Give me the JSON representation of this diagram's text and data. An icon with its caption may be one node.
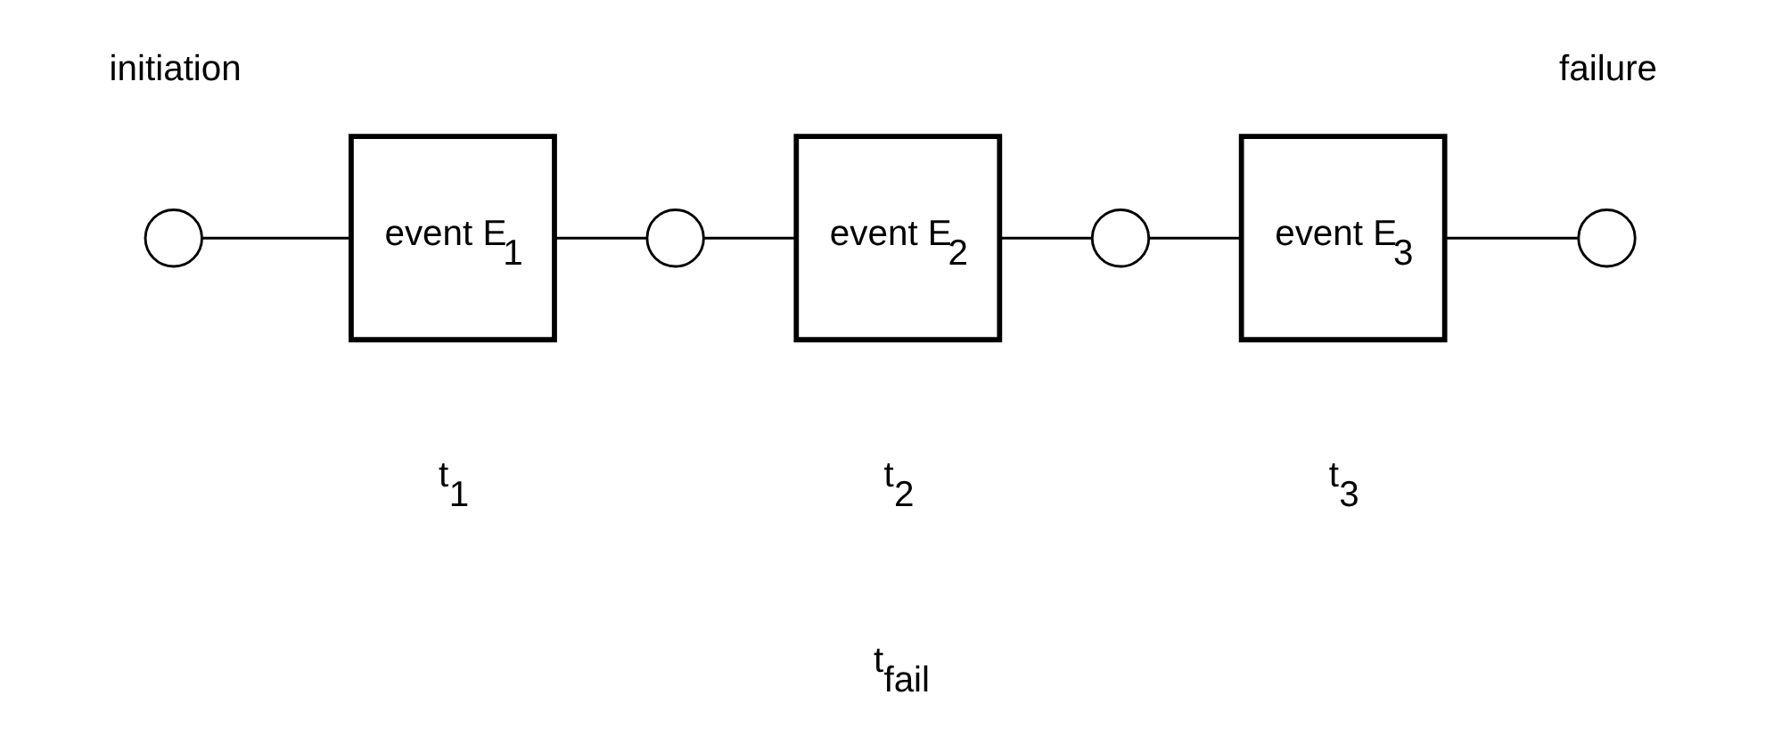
{
  "diagram": {
    "nodes": [
      {
        "text": [],
        "shape": "circle",
        "beside": [
          "initiation"
        ]
      },
      {
        "text": [
          "event E$_{1}$"
        ]
      },
      {
        "text": [],
        "shape": "circle"
      },
      {
        "text": [
          "event E$_{2}$"
        ]
      },
      {
        "text": [],
        "shape": "circle"
      },
      {
        "text": [
          "event E$_{3}$"
        ]
      },
      {
        "text": [],
        "shape": "circle",
        "beside": [
          "failure"
        ]
      }
    ],
    "edges": [
      {
        "from": 0,
        "to": 1,
        "arrow": "none"
      },
      {
        "from": 1,
        "to": 2,
        "arrow": "none"
      },
      {
        "from": 2,
        "to": 3,
        "arrow": "none"
      },
      {
        "from": 3,
        "to": 4,
        "arrow": "none"
      },
      {
        "from": 4,
        "to": 5,
        "arrow": "none"
      },
      {
        "from": 5,
        "to": 6,
        "arrow": "none"
      }
    ],
    "labels": [
      "t$_{1}$",
      "t$_{2}$",
      "t$_{3}$",
      "t$_{fail}$"
    ]
  }
}
